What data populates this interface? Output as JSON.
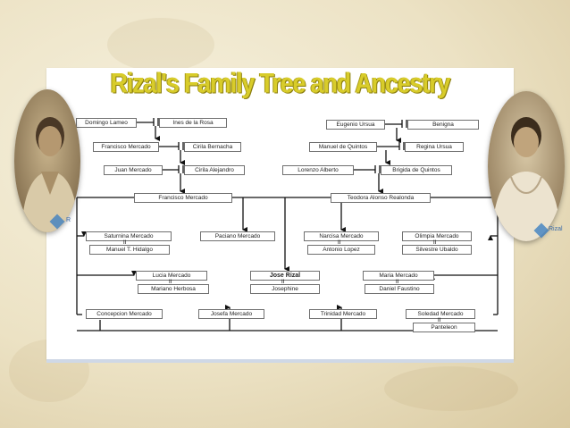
{
  "title": "Rizal's Family Tree and Ancestry",
  "captions": {
    "left": "R",
    "right": "Rizal"
  },
  "nodes": {
    "domingo": "Domingo Lameo",
    "ines": "Ines de la Rosa",
    "francisco_sr": "Francisco Mercado",
    "cirila_b": "Cirila Bernacha",
    "juan": "Juan Mercado",
    "cirila_a": "Cirila Alejandro",
    "francisco": "Francisco Mercado",
    "eugenio": "Eugenio Ursua",
    "benigna": "Benigna",
    "manuel_q": "Manuel de Quintos",
    "regina": "Regina Ursua",
    "lorenzo": "Lorenzo Alberto",
    "brigida": "Brigida de Quintos",
    "teodora": "Teodora Alonso Realonda",
    "saturnina": "Saturnina Mercado",
    "manuel_h": "Manuel T. Hidalgo",
    "paciano": "Paciano Mercado",
    "narcisa": "Narcisa Mercado",
    "antonio": "Antonio Lopez",
    "olimpia": "Olimpia Mercado",
    "silvestre": "Silvestre Ubaldo",
    "lucia": "Lucia Mercado",
    "mariano": "Mariano Herbosa",
    "jose": "Jose Rizal",
    "josephine": "Josephine",
    "maria": "Maria Mercado",
    "daniel": "Daniel Faustino",
    "concepcion": "Concepcion Mercado",
    "josefa": "Josefa Mercado",
    "trinidad": "Trinidad Mercado",
    "soledad": "Soledad Mercado",
    "panteleon": "Panteleon"
  },
  "marks": {
    "marriage": "II"
  },
  "colors": {
    "title": "#d8cc2a",
    "title_shadow": "#8a7d10",
    "background": "#ece2c4"
  }
}
